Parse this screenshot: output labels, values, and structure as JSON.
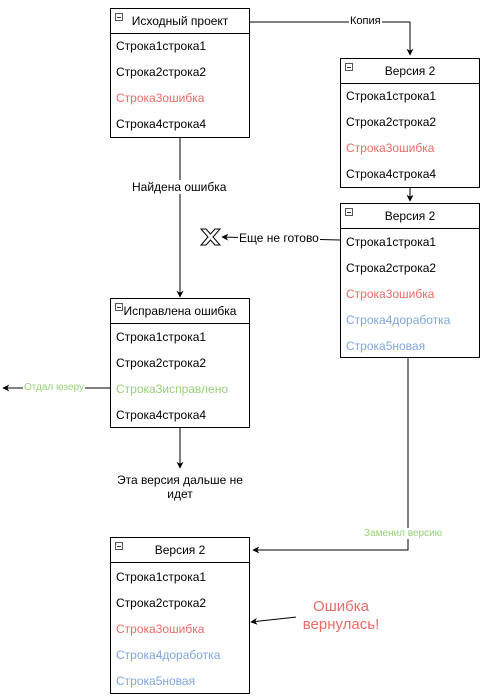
{
  "boxes": {
    "original": {
      "title": "Исходный проект",
      "rows": [
        "Строка1строка1",
        "Строка2строка2",
        "Строка3ошибка",
        "Строка4строка4"
      ]
    },
    "copy_v2": {
      "title": "Версия 2",
      "rows": [
        "Строка1строка1",
        "Строка2строка2",
        "Строка3ошибка",
        "Строка4строка4"
      ]
    },
    "v2_work": {
      "title": "Версия 2",
      "rows": [
        "Строка1строка1",
        "Строка2строка2",
        "Строка3ошибка",
        "Строка4доработка",
        "Строка5новая"
      ]
    },
    "fixed": {
      "title": "Исправлена ошибка",
      "rows": [
        "Строка1строка1",
        "Строка2строка2",
        "Строка3исправлено",
        "Строка4строка4"
      ]
    },
    "final_v2": {
      "title": "Версия 2",
      "rows": [
        "Строка1строка1",
        "Строка2строка2",
        "Строка3ошибка",
        "Строка4доработка",
        "Строка5новая"
      ]
    }
  },
  "labels": {
    "copy": "Копия",
    "found_error": "Найдена ошибка",
    "not_ready": "Еще не готово",
    "gave_user": "Отдал юзеру",
    "no_further_1": "Эта версия дальше не",
    "no_further_2": "идет",
    "replaced_version": "Заменил версию",
    "error_returned_1": "Ошибка",
    "error_returned_2": "вернулась!"
  },
  "colors": {
    "error": "#ea6b66",
    "new": "#7ea6e0",
    "fixed": "#97d077"
  }
}
